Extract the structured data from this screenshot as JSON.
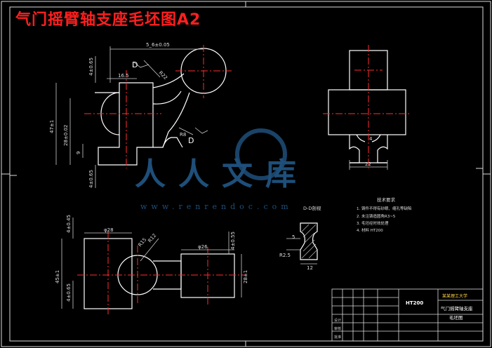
{
  "drawing": {
    "title": "气门摇臂轴支座毛坯图A2",
    "watermark_brand": "人人文库",
    "watermark_url": "www.renrendoc.com"
  },
  "view_labels": {
    "section_arrow_top": "D",
    "section_arrow_bottom": "D",
    "section_title": "D-D剖视"
  },
  "dimensions": {
    "top_width": "5_6±0.05",
    "left_top": "4±0.65",
    "inner_width": "16.5",
    "radius_r22": "R22",
    "left_total": "47±1",
    "left_mid": "28±0.02",
    "left_small": "9",
    "bottom_left": "4±0.65",
    "r8": "R8",
    "right_width": "22",
    "right_w4": "4",
    "bl_top": "4±0.45",
    "bl_dia28": "φ28",
    "bl_r15": "R15",
    "bl_r12": "R12",
    "bl_dia26": "φ26",
    "bl_right_top": "4±0.55",
    "bl_total": "45±1",
    "bl_mid": "4±0.65",
    "bl_right": "28±1",
    "sec_5": "5",
    "sec_r25": "R2.5",
    "sec_12": "12"
  },
  "tech_notes": {
    "heading": "技术要求",
    "items": [
      "1. 铸件不得有砂眼、缩孔等缺陷",
      "2. 未注铸造圆角R3~5",
      "3. 毛坯经时效处理",
      "4. 材料 HT200"
    ]
  },
  "title_block": {
    "material": "HT200",
    "school": "某某理工大学",
    "part_name": "气门摇臂轴支座",
    "sheet_name": "毛坯图",
    "row_labels": [
      "设计",
      "审核",
      "批准"
    ]
  }
}
